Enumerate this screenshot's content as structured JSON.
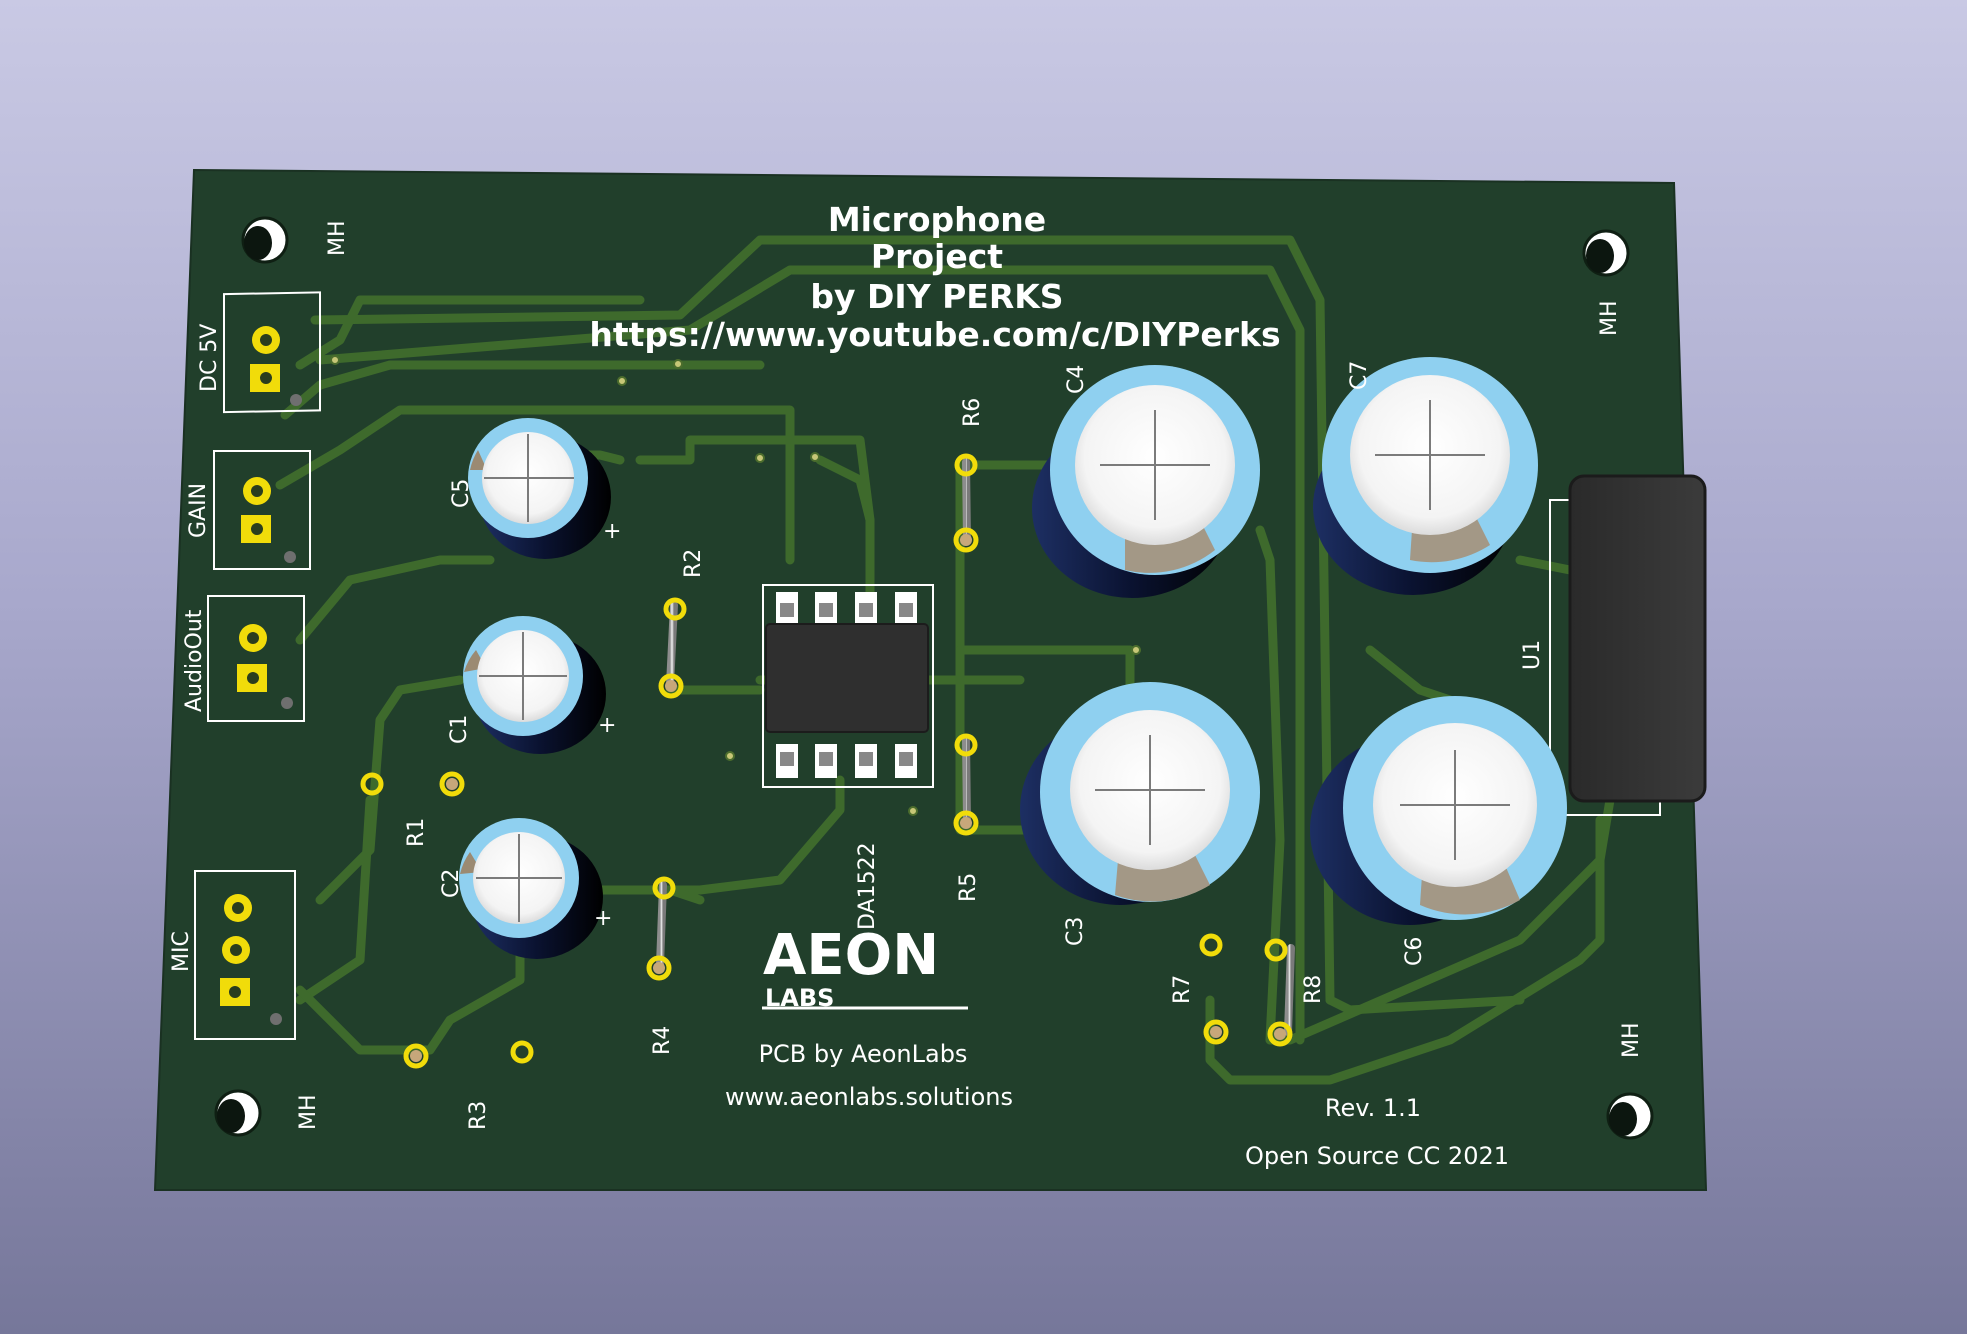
{
  "title_lines": [
    "Microphone",
    "Project",
    "by DIY PERKS",
    "https://www.youtube.com/c/DIYPerks"
  ],
  "connectors": {
    "dc": "DC 5V",
    "gain": "GAIN",
    "audio_out": "AudioOut",
    "mic": "MIC"
  },
  "mounting_hole_label": "MH",
  "refs": {
    "c1": "C1",
    "c2": "C2",
    "c3": "C3",
    "c4": "C4",
    "c5": "C5",
    "c6": "C6",
    "c7": "C7",
    "r1": "R1",
    "r2": "R2",
    "r3": "R3",
    "r4": "R4",
    "r5": "R5",
    "r6": "R6",
    "r7": "R7",
    "r8": "R8",
    "u1": "U1",
    "ic": "DA1522"
  },
  "polarity_mark": "+",
  "logo": {
    "main": "AEON",
    "sub": "LABS"
  },
  "footer": {
    "pcb_by": "PCB by AeonLabs",
    "website": "www.aeonlabs.solutions",
    "revision": "Rev. 1.1",
    "license": "Open Source CC 2021"
  },
  "colors": {
    "pcb": "#213f2b",
    "trace": "#3e6a2c",
    "silkscreen": "#ffffff",
    "pad": "#f1dc0a",
    "cap_sleeve": "#8fd0f0",
    "cap_body": "#0b1636"
  }
}
